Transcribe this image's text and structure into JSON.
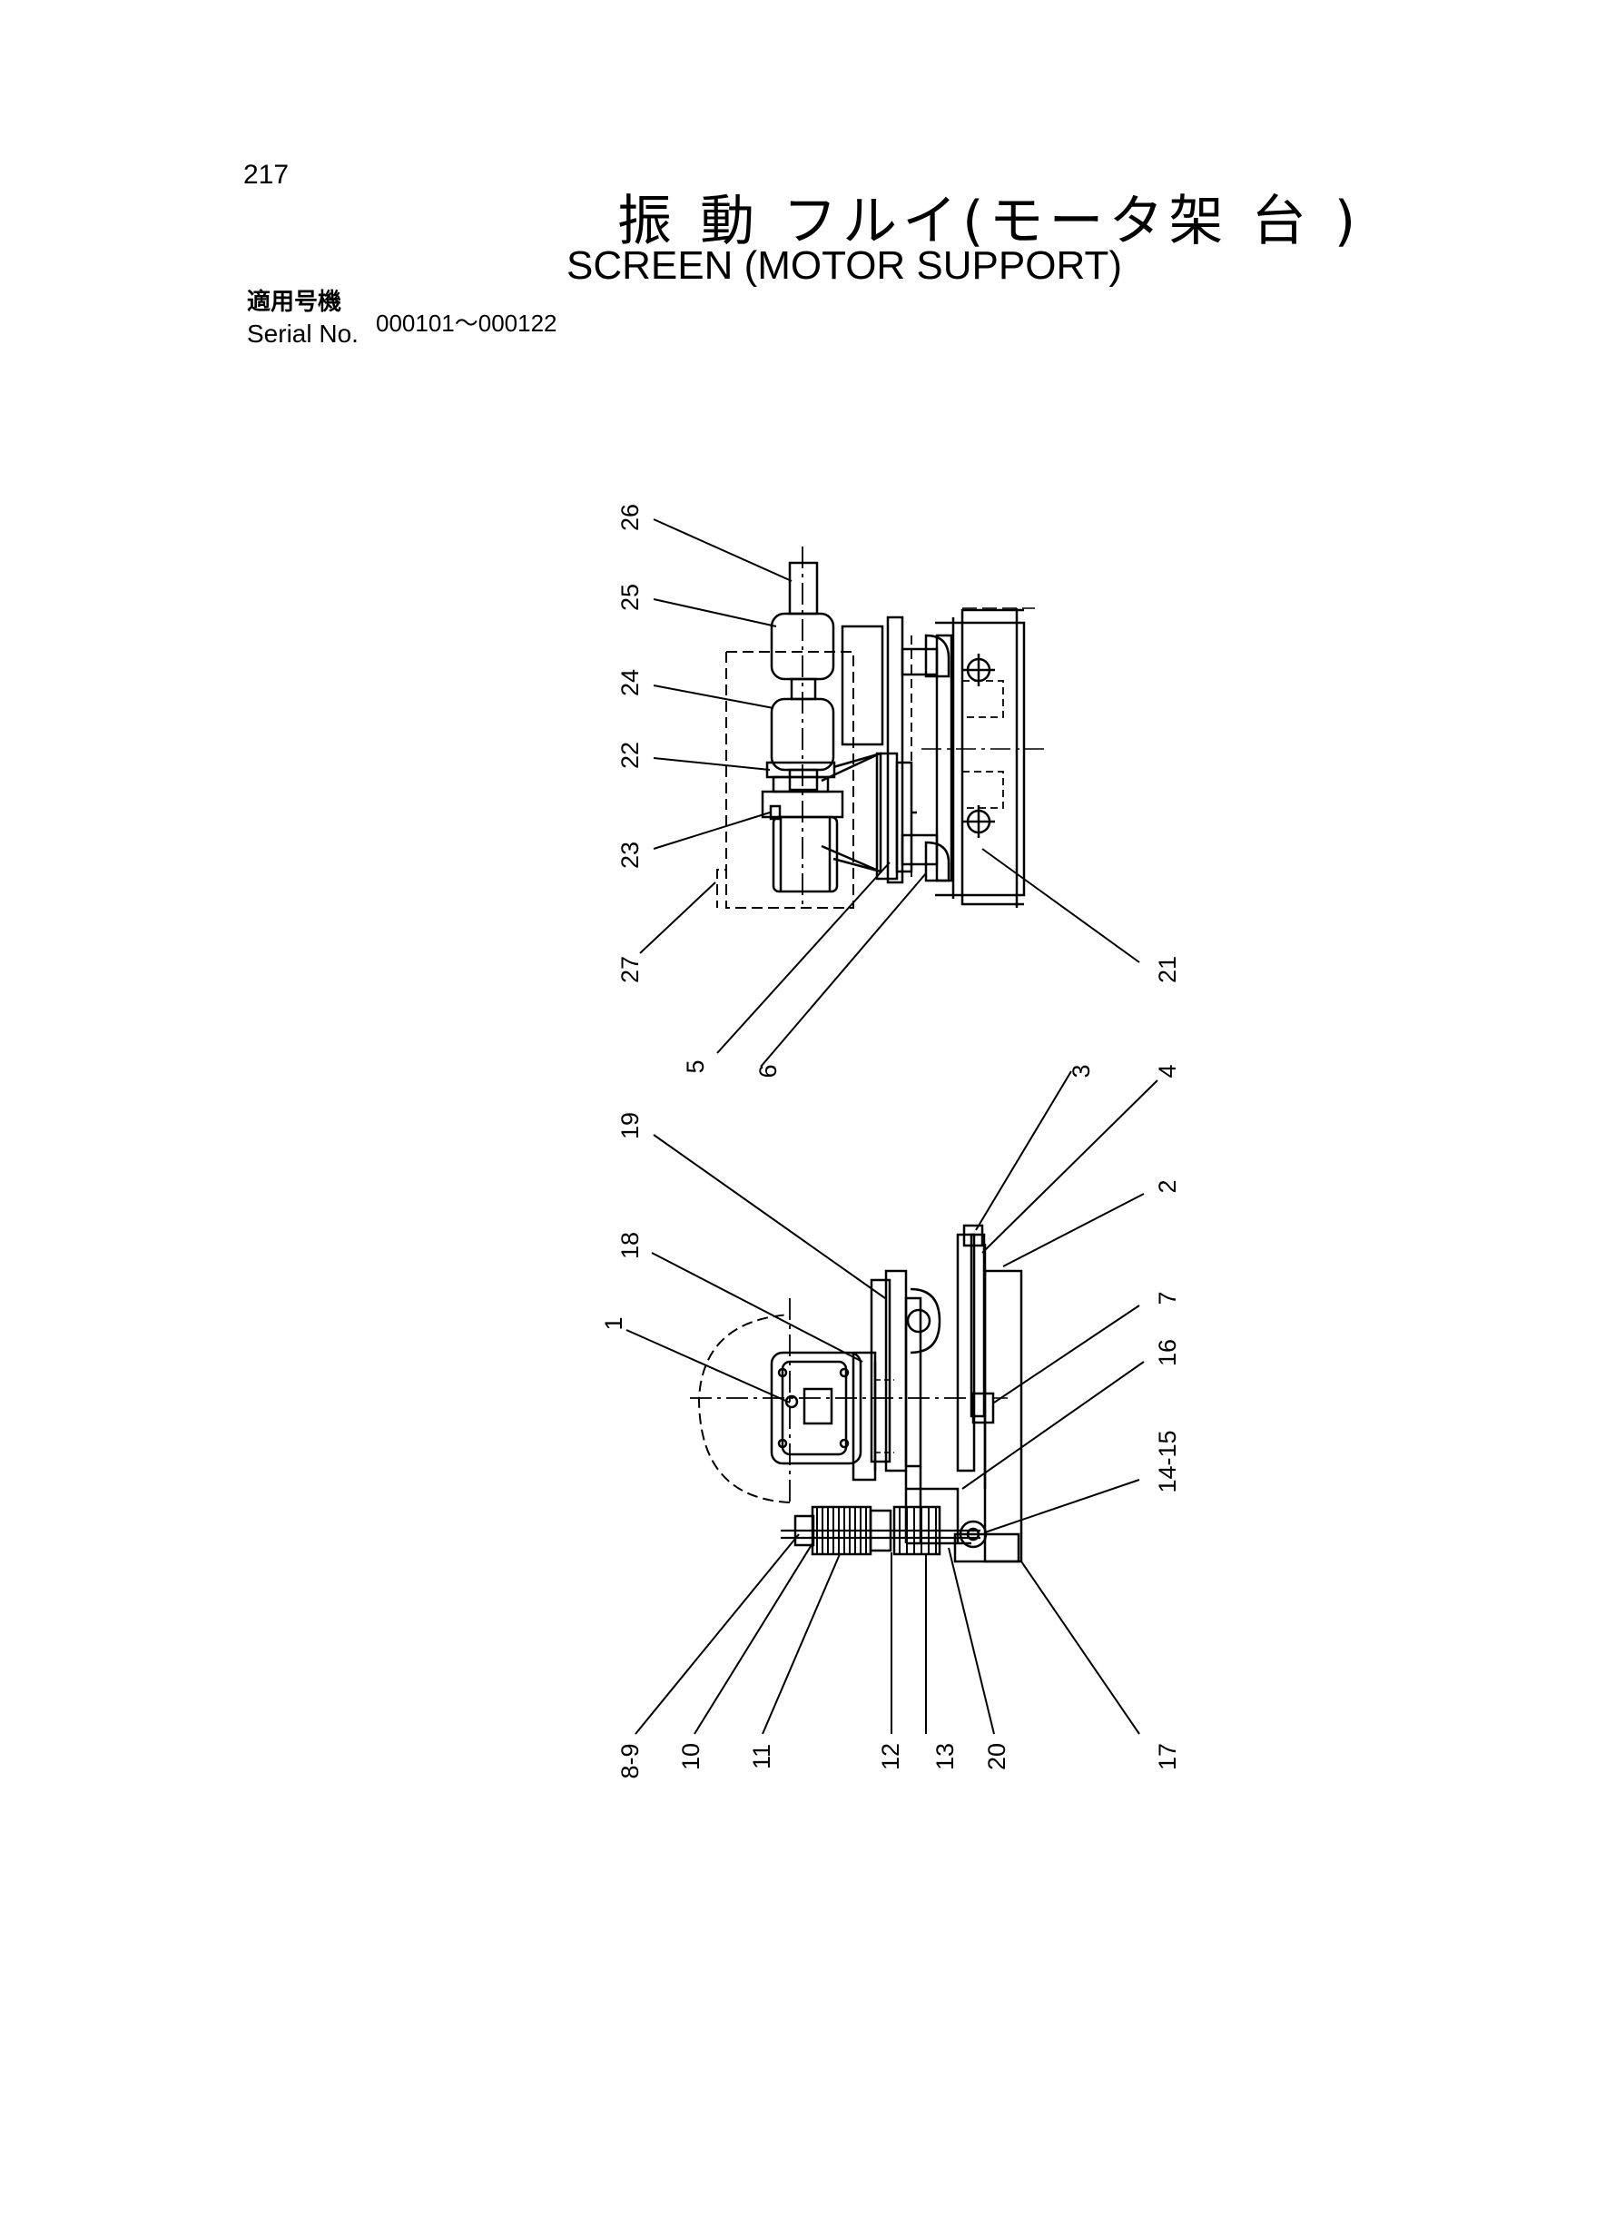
{
  "page": {
    "number": "217"
  },
  "title": {
    "japanese": "振 動 フルイ(モータ架 台 )",
    "english": "SCREEN (MOTOR  SUPPORT)"
  },
  "serial": {
    "label_jp": "適用号機",
    "label_en": "Serial No.",
    "range": "000101～000122"
  },
  "callouts": {
    "c26": "26",
    "c25": "25",
    "c24": "24",
    "c22": "22",
    "c23": "23",
    "c27": "27",
    "c21": "21",
    "c5": "5",
    "c6": "6",
    "c3": "3",
    "c4": "4",
    "c19": "19",
    "c18": "18",
    "c1": "1",
    "c2": "2",
    "c7": "7",
    "c16": "16",
    "c14_15": "14-15",
    "c8_9": "8-9",
    "c10": "10",
    "c11": "11",
    "c12": "12",
    "c13": "13",
    "c20": "20",
    "c17": "17"
  }
}
